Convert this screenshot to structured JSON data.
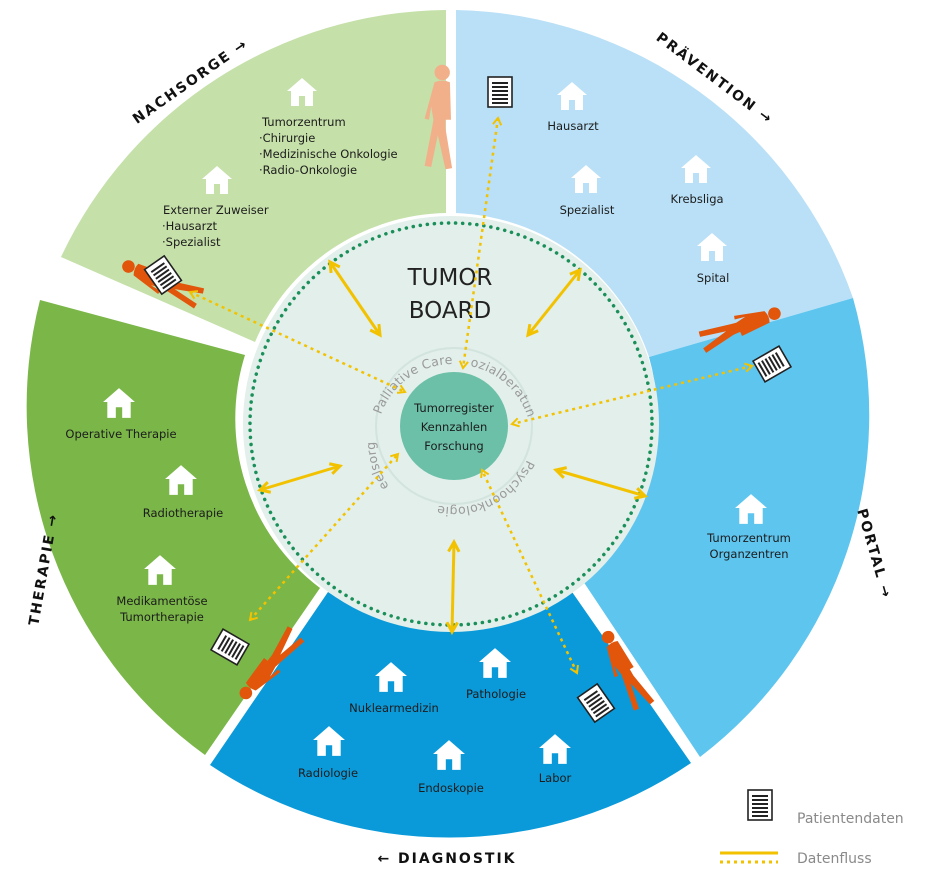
{
  "colors": {
    "nachsorge": "#c5e0a9",
    "therapie": "#7ab648",
    "diagnostik": "#0b9ad9",
    "portal": "#5ec5ef",
    "praevention": "#b9e0f6",
    "center": "#e2efea",
    "core": "#6cc0a8",
    "dots": "#1b8f5a",
    "arrow": "#f2c200",
    "person": "#e2560b",
    "person_light": "#f2b08a"
  },
  "phases": {
    "nachsorge": "NACHSORGE →",
    "praevention": "PRÄVENTION →",
    "portal": "PORTAL →",
    "diagnostik": "← DIAGNOSTIK",
    "therapie": "THERAPIE →"
  },
  "board": {
    "line1": "TUMOR",
    "line2": "BOARD"
  },
  "core": {
    "line1": "Tumorregister",
    "line2": "Kennzahlen",
    "line3": "Forschung"
  },
  "ring": {
    "palliative": "Palliative Care",
    "sozial": "Sozialberatung",
    "psycho": "Psychoonkologie",
    "seelsorge": "Seelsorge"
  },
  "nachsorge": {
    "tz_title": "Tumorzentrum",
    "tz_items": [
      "·Chirurgie",
      "·Medizinische Onkologie",
      "·Radio-Onkologie"
    ],
    "ez_title": "Externer Zuweiser",
    "ez_items": [
      "·Hausarzt",
      "·Spezialist"
    ]
  },
  "praevention": {
    "hausarzt": "Hausarzt",
    "spezialist": "Spezialist",
    "krebsliga": "Krebsliga",
    "spital": "Spital"
  },
  "portal": {
    "line1": "Tumorzentrum",
    "line2": "Organzentren"
  },
  "diagnostik": {
    "nuklear": "Nuklearmedizin",
    "pathologie": "Pathologie",
    "radiologie": "Radiologie",
    "endoskopie": "Endoskopie",
    "labor": "Labor"
  },
  "therapie": {
    "operativ": "Operative Therapie",
    "radio": "Radiotherapie",
    "med1": "Medikamentöse",
    "med2": "Tumortherapie"
  },
  "legend": {
    "patientendaten": "Patientendaten",
    "datenfluss": "Datenfluss"
  }
}
